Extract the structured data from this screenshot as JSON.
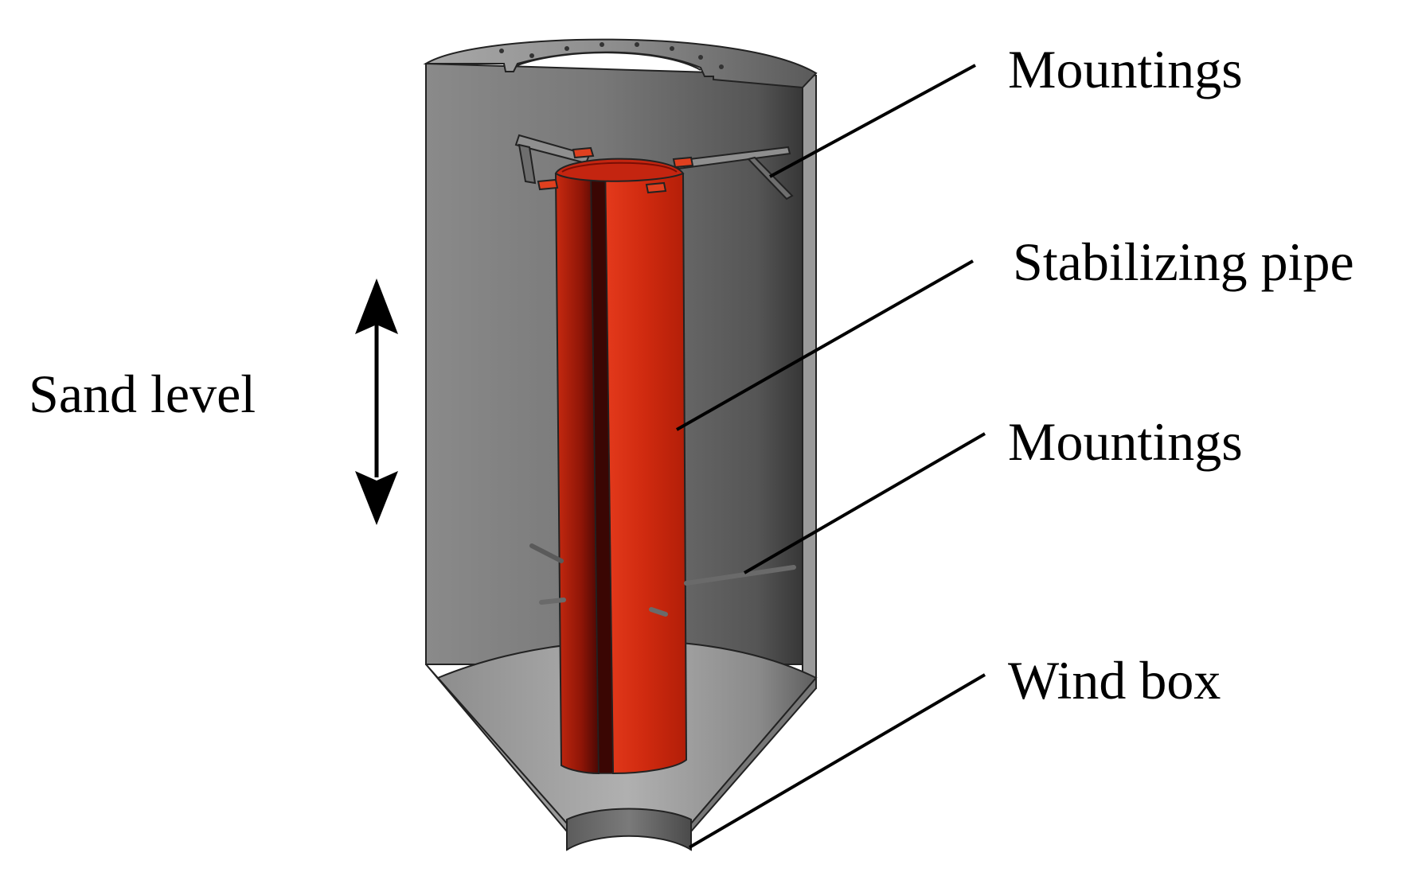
{
  "labels": {
    "mountings_top": "Mountings",
    "stabilizing_pipe": "Stabilizing pipe",
    "mountings_bottom": "Mountings",
    "wind_box": "Wind box",
    "sand_level": "Sand level"
  },
  "colors": {
    "vessel_light": "#9a9a9a",
    "vessel_dark": "#2e2e2e",
    "pipe_light": "#d42a12",
    "pipe_dark": "#5a0a04",
    "mount_red": "#e0401f",
    "line": "#000000",
    "background": "#ffffff"
  }
}
